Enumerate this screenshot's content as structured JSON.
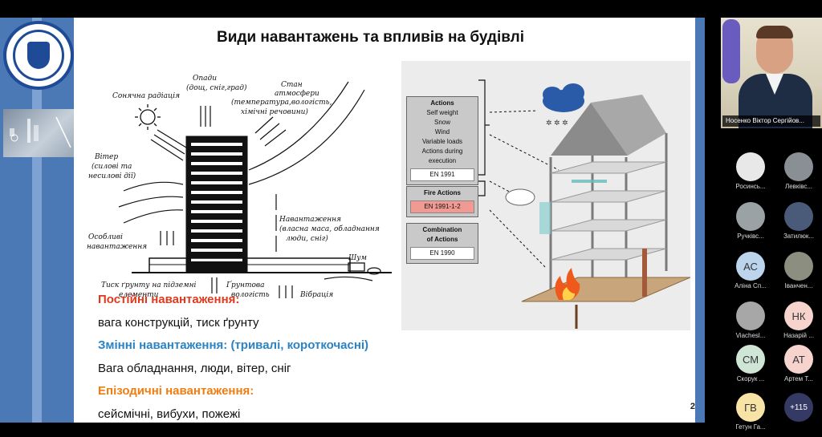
{
  "slide": {
    "title": "Види навантажень та впливів на будівлі",
    "page_number": "2",
    "sketch_labels": {
      "rain": "Опади",
      "rain_sub": "(дощ, сніг,град)",
      "sun": "Сонячна радіація",
      "atmosphere1": "Стан",
      "atmosphere2": "атмосфери",
      "atmosphere3": "(температура,вологість,",
      "atmosphere4": "хімічні речовини)",
      "wind1": "Вітер",
      "wind2": "(силові та",
      "wind3": "несилові дії)",
      "loads1": "Навантаження",
      "loads2": "(власна маса, обладнання",
      "loads3": "люди, сніг)",
      "special1": "Особливі",
      "special2": "навантаження",
      "noise": "Шум",
      "soil_pressure1": "Тиск ґрунту на підземні",
      "soil_pressure2": "елементи",
      "groundwater1": "Ґрунтова",
      "groundwater2": "вологість",
      "vibration": "Вібрація"
    },
    "diagram": {
      "actions_title": "Actions",
      "actions_items": [
        "Self weight",
        "Snow",
        "Wind",
        "Variable loads",
        "Actions during",
        "execution"
      ],
      "actions_code": "EN 1991",
      "fire_title": "Fire Actions",
      "fire_code": "EN 1991-1-2",
      "combo_title1": "Combination",
      "combo_title2": "of Actions",
      "combo_code": "EN 1990"
    },
    "bullets": {
      "permanent_heading": "Постійні навантаження:",
      "permanent_text": "вага конструкцій, тиск ґрунту",
      "variable_heading": "Змінні навантаження: (тривалі, короткочасні)",
      "variable_text": "Вага обладнання, люди, вітер, сніг",
      "episodic_heading": "Епізодичні навантаження:",
      "episodic_text": "сейсмічні, вибухи, пожежі"
    }
  },
  "speaker": {
    "name": "Носенко Віктор Сергійов..."
  },
  "participants": [
    {
      "initials": "",
      "name": "Росинсь...",
      "color": "#e8e8e8"
    },
    {
      "initials": "",
      "name": "Левківс...",
      "color": "#8a8f96"
    },
    {
      "initials": "",
      "name": "Ручківс...",
      "color": "#9aa2a6"
    },
    {
      "initials": "",
      "name": "Затилюк...",
      "color": "#4a5b7a"
    },
    {
      "initials": "АС",
      "name": "Аліна Сп...",
      "color": "#bcd4ec"
    },
    {
      "initials": "",
      "name": "Іванчен...",
      "color": "#8c8f80"
    },
    {
      "initials": "",
      "name": "Viachesl...",
      "color": "#a7a7a7"
    },
    {
      "initials": "НК",
      "name": "Назарій ...",
      "color": "#f6d3cc"
    },
    {
      "initials": "СМ",
      "name": "Скорук ...",
      "color": "#cfe6d6"
    },
    {
      "initials": "АТ",
      "name": "Артем Т...",
      "color": "#f6d3cc"
    },
    {
      "initials": "ГВ",
      "name": "Гетун Га...",
      "color": "#f7e3a5"
    },
    {
      "initials": "+115",
      "name": "",
      "color": "#353a64"
    }
  ],
  "colors": {
    "slide_band": "#4a79b6",
    "permanent": "#e03a1e",
    "variable": "#2a83c5",
    "episodic": "#f07d12"
  }
}
